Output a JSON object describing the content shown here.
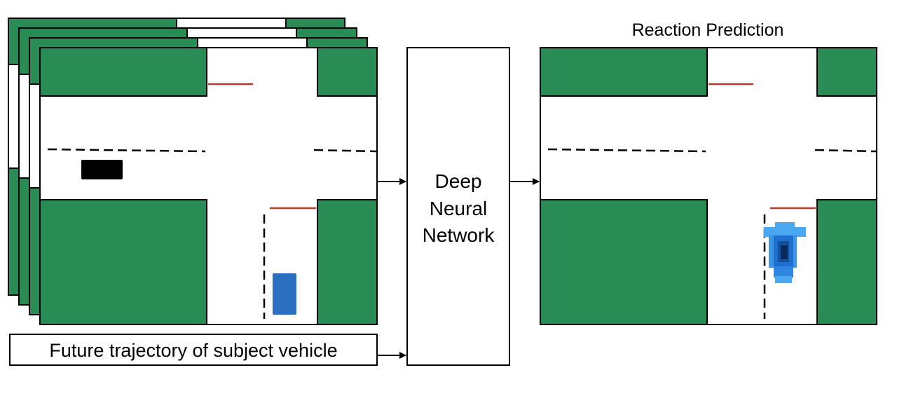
{
  "labels": {
    "output_title": "Reaction Prediction",
    "network_line1": "Deep",
    "network_line2": "Neural",
    "network_line3": "Network",
    "trajectory": "Future trajectory of subject vehicle"
  },
  "colors": {
    "block": "#2a8c55",
    "road": "#ffffff",
    "stop_line": "#b03a2e",
    "lane": "#000000",
    "subject_vehicle": "#2a6fc0",
    "other_vehicle": "#000000",
    "heatmap_light": "#4aa8f0",
    "heatmap_mid": "#1e6fd0",
    "heatmap_dark": "#0a2a5e"
  }
}
